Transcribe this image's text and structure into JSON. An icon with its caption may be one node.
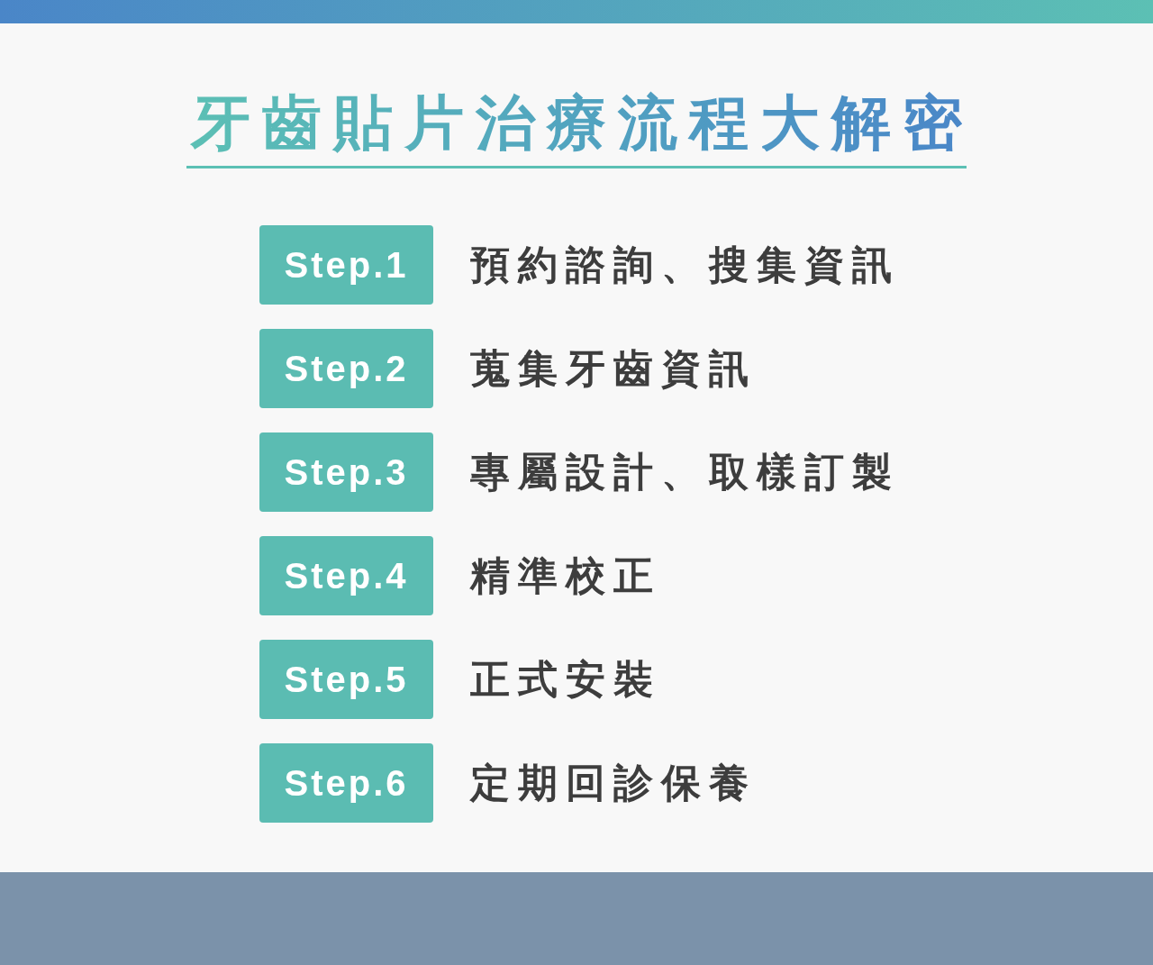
{
  "diagram": {
    "title": "牙齒貼片治療流程大解密",
    "nodes": [
      {
        "text": [
          "Step.1"
        ],
        "beside": [
          "預約諮詢、搜集資訊"
        ]
      },
      {
        "text": [
          "Step.2"
        ],
        "beside": [
          "蒐集牙齒資訊"
        ]
      },
      {
        "text": [
          "Step.3"
        ],
        "beside": [
          "專屬設計、取樣訂製"
        ]
      },
      {
        "text": [
          "Step.4"
        ],
        "beside": [
          "精準校正"
        ]
      },
      {
        "text": [
          "Step.5"
        ],
        "beside": [
          "正式安裝"
        ]
      },
      {
        "text": [
          "Step.6"
        ],
        "beside": [
          "定期回診保養"
        ]
      }
    ]
  }
}
